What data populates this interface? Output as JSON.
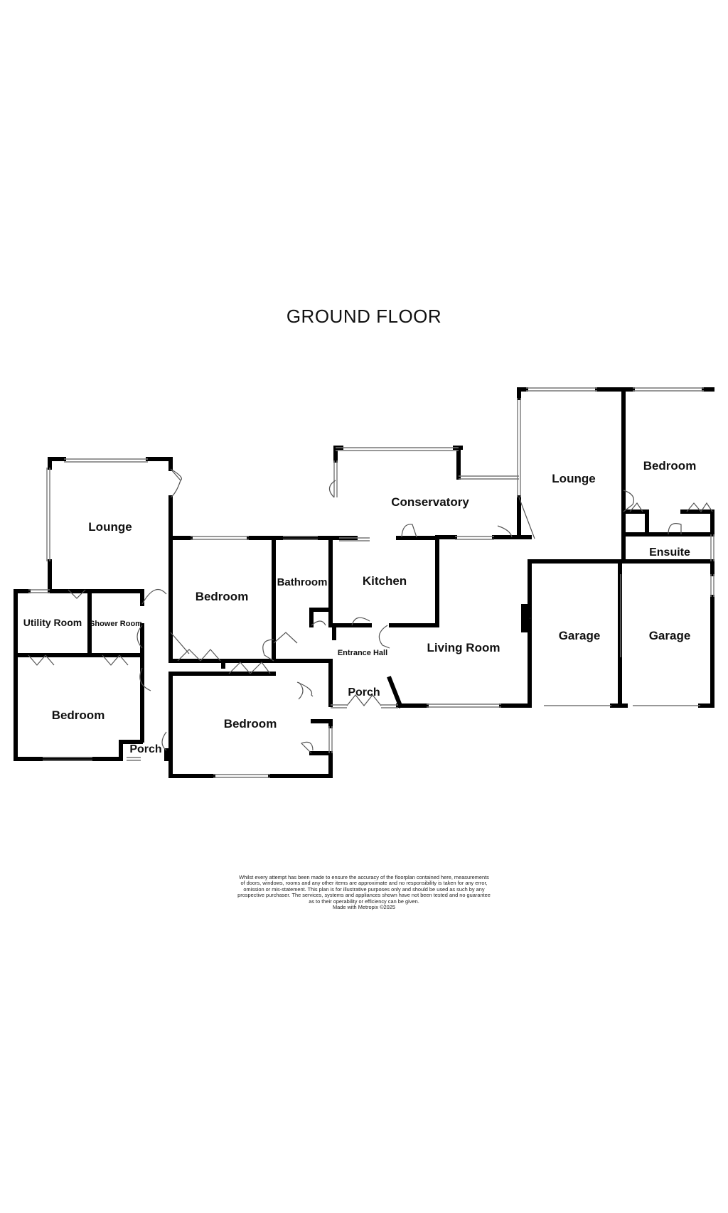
{
  "floor_title": "GROUND FLOOR",
  "rooms": {
    "lounge_west": "Lounge",
    "utility_room": "Utility Room",
    "shower_room": "Shower Room",
    "bedroom_west": "Bedroom",
    "porch_west": "Porch",
    "bedroom_center_north": "Bedroom",
    "bedroom_center_south": "Bedroom",
    "bathroom": "Bathroom",
    "kitchen": "Kitchen",
    "conservatory": "Conservatory",
    "entrance_hall": "Entrance Hall",
    "porch_center": "Porch",
    "living_room": "Living Room",
    "lounge_east": "Lounge",
    "bedroom_east": "Bedroom",
    "ensuite": "Ensuite",
    "garage_left": "Garage",
    "garage_right": "Garage"
  },
  "disclaimer": {
    "lines": [
      "Whilst every attempt has been made to ensure the accuracy of the floorplan contained here, measurements",
      "of doors, windows, rooms and any other items are approximate and no responsibility is taken for any error,",
      "omission or mis-statement. This plan is for illustrative purposes only and should be used as such by any",
      "prospective purchaser. The services, systems and appliances shown have not been tested and no guarantee",
      "as to their operability or efficiency can be given.",
      "Made with Metropix ©2025"
    ]
  }
}
